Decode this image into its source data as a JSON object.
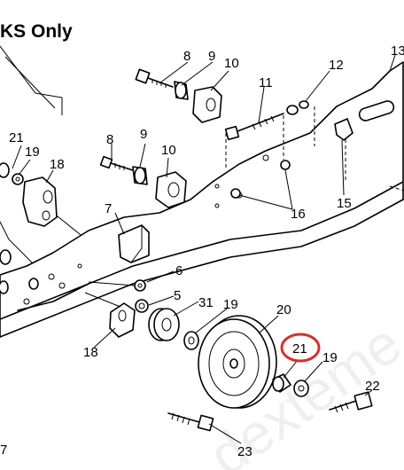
{
  "header": {
    "title": "KS Only"
  },
  "watermark": {
    "text": "dexteme"
  },
  "callouts": {
    "c8a": "8",
    "c9a": "9",
    "c10a": "10",
    "c11": "11",
    "c12": "12",
    "c13": "13",
    "c21a": "21",
    "c19a": "19",
    "c18a": "18",
    "c8b": "8",
    "c9b": "9",
    "c10b": "10",
    "c7": "7",
    "c16": "16",
    "c15": "15",
    "c6": "6",
    "c5": "5",
    "c31": "31",
    "c19b": "19",
    "c20": "20",
    "c18b": "18",
    "c21b": "21",
    "c19c": "19",
    "c22": "22",
    "c23": "23",
    "c7b": "7"
  },
  "highlight": {
    "color": "#d63030",
    "target": "21"
  }
}
